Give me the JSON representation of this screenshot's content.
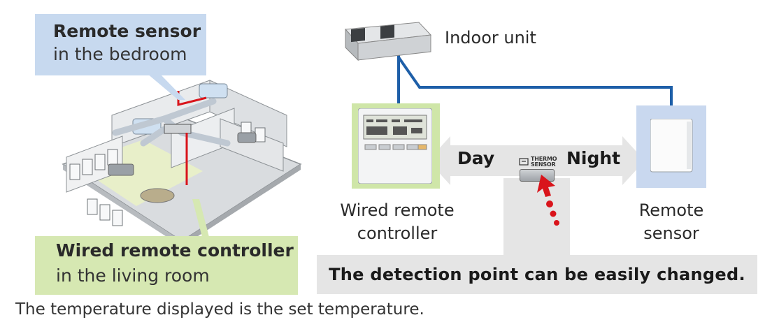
{
  "callouts": {
    "remote_sensor": {
      "title": "Remote sensor",
      "subtitle": "in the bedroom"
    },
    "wired_controller": {
      "title": "Wired remote controller",
      "subtitle": "in the living room"
    }
  },
  "diagram": {
    "indoor_unit_label": "Indoor unit",
    "day_label": "Day",
    "night_label": "Night",
    "thermo_sensor_label": [
      "THERMO",
      "SENSOR"
    ],
    "wired_remote_label": [
      "Wired remote",
      "controller"
    ],
    "remote_sensor_label": [
      "Remote",
      "sensor"
    ]
  },
  "banner_text": "The detection point can be easily changed.",
  "footnote": "The temperature displayed is the set temperature.",
  "colors": {
    "wire_blue": "#1e5fa8",
    "wire_red": "#d9141b",
    "callout_blue": "#c7d9ef",
    "callout_green": "#d6e8b2",
    "banner_gray": "#e5e5e5",
    "highlight_green": "#cfe6a8",
    "highlight_blue": "#c9d8ef"
  }
}
